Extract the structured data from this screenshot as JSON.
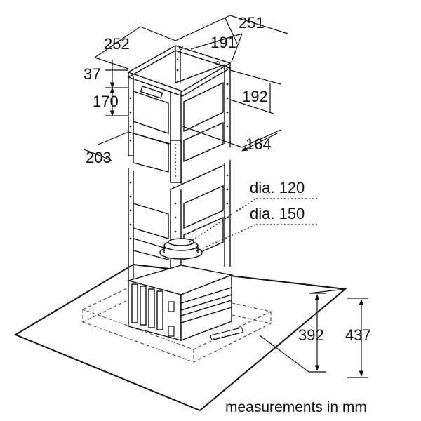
{
  "dimensions": {
    "d251": "251",
    "d191": "191",
    "d252": "252",
    "d37": "37",
    "d170": "170",
    "d192": "192",
    "d164": "164",
    "d203": "203",
    "d392": "392",
    "d437": "437"
  },
  "ducts": {
    "dia120": "dia. 120",
    "dia150": "dia. 150"
  },
  "caption": "measurements in mm",
  "colors": {
    "line": "#111111",
    "canopy_fill": "#ffffff"
  }
}
